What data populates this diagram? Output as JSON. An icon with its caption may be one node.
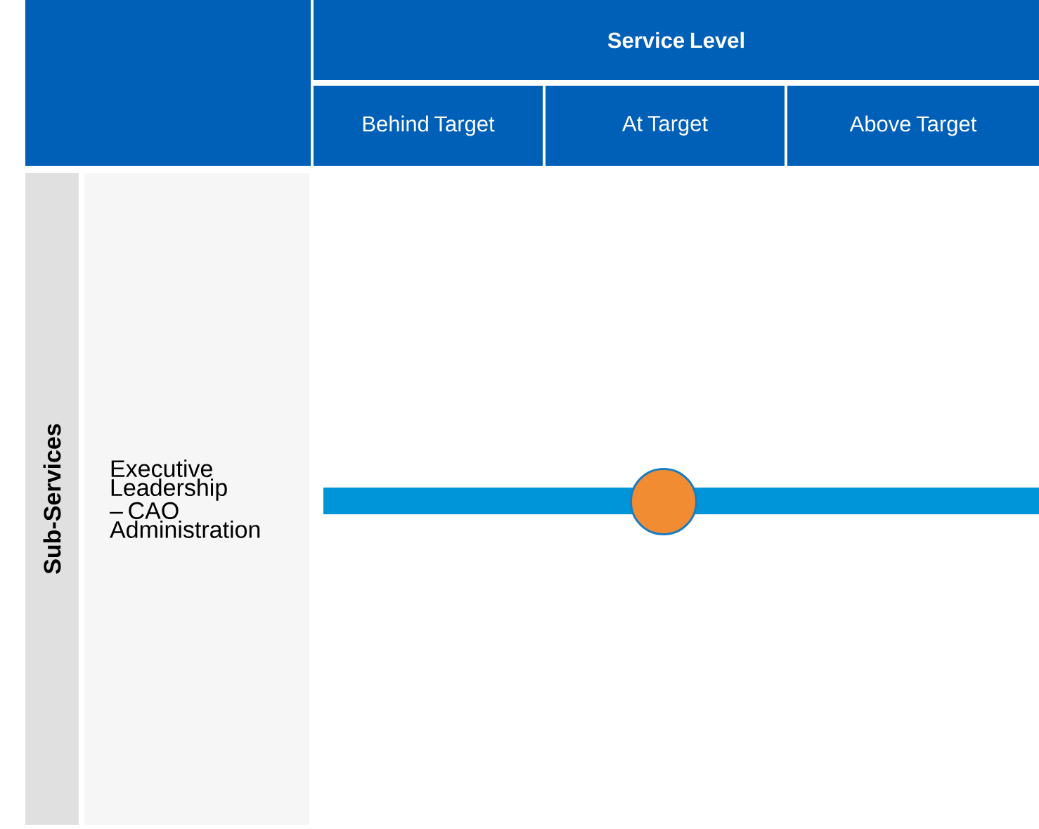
{
  "diagram": {
    "nodes": [
      {
        "text": [],
        "shape": "box"
      },
      {
        "text": [
          "Service Level"
        ]
      },
      {
        "text": [
          "Behind Target"
        ]
      },
      {
        "text": [
          "At Target"
        ]
      },
      {
        "text": [
          "Above Target"
        ]
      },
      {
        "text": [
          "Sub-Services"
        ]
      },
      {
        "text": [
          "Executive Leadership – CAO Administration"
        ]
      },
      {
        "text": [],
        "shape": "bar"
      },
      {
        "text": [],
        "shape": "circle"
      }
    ]
  }
}
